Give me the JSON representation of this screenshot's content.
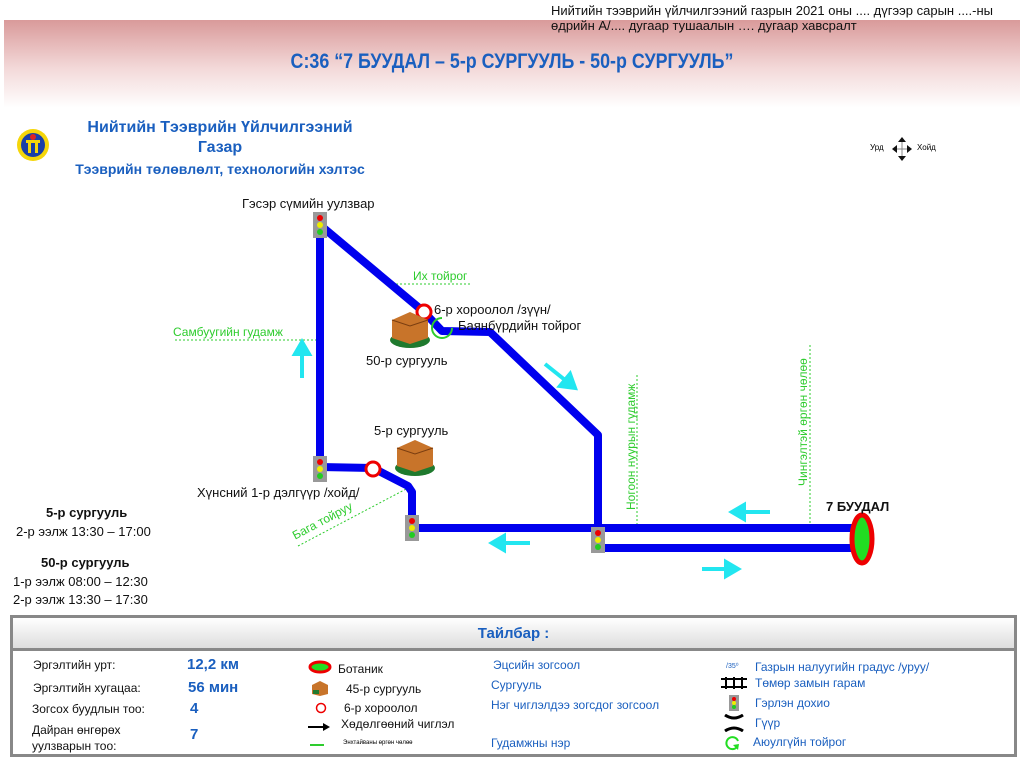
{
  "header": {
    "note": "Нийтийн тээврийн үйлчилгээний газрын 2021 оны .... дүгээр  сарын ....-ны өдрийн А/.... дугаар тушаалын …. дугаар хавсралт",
    "title": "С:36 “7 БУУДАЛ – 5-р СУРГУУЛЬ - 50-р СУРГУУЛЬ”"
  },
  "org": {
    "line1": "Нийтийн Тээврийн Үйлчилгээний",
    "line2": "Газар",
    "line3": "Тээврийн төлөвлөлт, технологийн хэлтэс"
  },
  "compass": {
    "west": "Урд",
    "east": "Хойд"
  },
  "map": {
    "stops": {
      "geser": "Гэсэр сүмийн уулзвар",
      "khoroolol6": "6-р хороолол /зүүн/",
      "bayanburd": "Баянбүрдийн тойрог",
      "school50": "50-р сургууль",
      "school5": "5-р сургууль",
      "khuns": "Хүнсний 1-р дэлгүүр /хойд/",
      "terminal": "7 БУУДАЛ"
    },
    "streets": {
      "ikh": "Их тойрог",
      "sambuu": "Самбуугийн гудамж",
      "baga": "Бага тойруу",
      "nogoon": "Ногоон нуурын гудамж",
      "chingeltei": "Чингэлтэй өргөн чөлөө"
    },
    "route_color": "#0000ee",
    "arrow_color": "#22e6f0"
  },
  "schedule": {
    "s5_title": "5-р сургууль",
    "s5_shift": "2-р ээлж 13:30 – 17:00",
    "s50_title": "50-р сургууль",
    "s50_shift1": "1-р ээлж 08:00 – 12:30",
    "s50_shift2": "2-р ээлж 13:30 – 17:30"
  },
  "legend": {
    "title": "Тайлбар :",
    "stats": [
      {
        "k": "Эргэлтийн урт:",
        "v": "12,2 км"
      },
      {
        "k": "Эргэлтийн хугацаа:",
        "v": "56 мин"
      },
      {
        "k": "Зогсох буудлын тоо:",
        "v": "4"
      },
      {
        "k": "Дайран өнгөрөх уулзварын тоо:",
        "v": "7"
      }
    ],
    "symbols": [
      "Ботаник",
      "45-р сургууль",
      "6-р хороолол",
      "Хөдөлгөөний чиглэл",
      "Энхтайваны өргөн чөлөө"
    ],
    "blue": [
      "Эцсийн зогсоол",
      "Сургууль",
      "Нэг чиглэлдээ зогсдог зогсоол",
      "Гудамжны нэр"
    ],
    "right": [
      "Газрын налуугийн градус /уруу/",
      "Төмөр замын гарам",
      "Гэрлэн дохио",
      "Гүүр",
      "Аюулгүйн тойрог"
    ],
    "slope_mark": "/35⁰"
  }
}
